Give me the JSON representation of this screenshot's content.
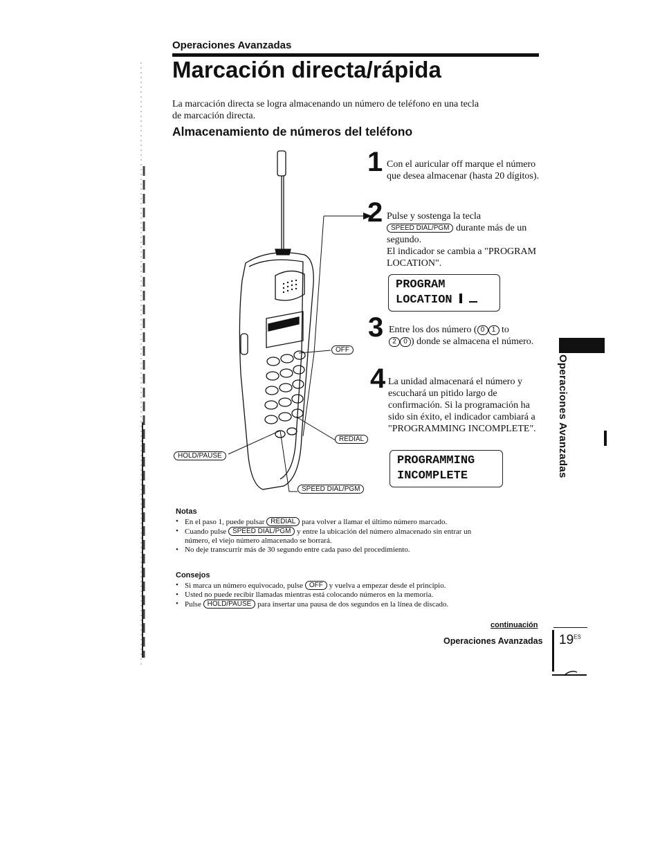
{
  "section": "Operaciones Avanzadas",
  "title": "Marcación directa/rápida",
  "intro": "La marcación directa se logra almacenando un número de teléfono en una tecla de marcación directa.",
  "subheading": "Almacenamiento de números del teléfono",
  "steps": [
    {
      "num": "1",
      "text": "Con el auricular off marque el número que desea almacenar (hasta 20 dígitos)."
    },
    {
      "num": "2",
      "t1": "Pulse y sostenga la tecla",
      "key": "SPEED DIAL/PGM",
      "t2": "durante más de un segundo.",
      "t3": "El indicador se cambia a \"PROGRAM LOCATION\"."
    },
    {
      "num": "3",
      "t1": "Entre los dos número (",
      "k1": "0",
      "k2": "1",
      "t2": "to",
      "k3": "2",
      "k4": "0",
      "t3": ") donde se almacena el número."
    },
    {
      "num": "4",
      "text": "La unidad almacenará el número y escuchará un pitido largo de confirmación. Si la programación ha sido sin éxito, el indicador cambiará a \"PROGRAMMING INCOMPLETE\"."
    }
  ],
  "lcd1": {
    "line1": "PROGRAM",
    "line2": "LOCATION"
  },
  "lcd2": {
    "line1": "PROGRAMMING",
    "line2": "INCOMPLETE"
  },
  "callouts": {
    "off": "OFF",
    "redial": "REDIAL",
    "hold_pause": "HOLD/PAUSE",
    "speed_dial": "SPEED DIAL/PGM"
  },
  "notas": {
    "heading": "Notas",
    "n1a": "En el paso 1, puede pulsar",
    "n1key": "REDIAL",
    "n1b": "para volver a llamar el último número marcado.",
    "n2a": "Cuando pulse",
    "n2key": "SPEED DIAL/PGM",
    "n2b": "y entre la ubicación del número almacenado sin entrar un número, el viejo número almacenado se borrará.",
    "n3": "No deje transcurrir más de 30 segundo entre cada paso del procedimiento."
  },
  "consejos": {
    "heading": "Consejos",
    "c1a": "Si marca un número equivocado, pulse",
    "c1key": "OFF",
    "c1b": "y vuelva a empezar desde el principio.",
    "c2": "Usted no puede recibir llamadas mientras está colocando números en la memoria.",
    "c3a": "Pulse",
    "c3key": "HOLD/PAUSE",
    "c3b": "para insertar una pausa de dos segundos en la línea de discado."
  },
  "side_tab": "Operaciones Avanzadas",
  "footer": {
    "continuacion": "continuación",
    "section": "Operaciones Avanzadas",
    "page": "19",
    "page_sup": "ES"
  }
}
